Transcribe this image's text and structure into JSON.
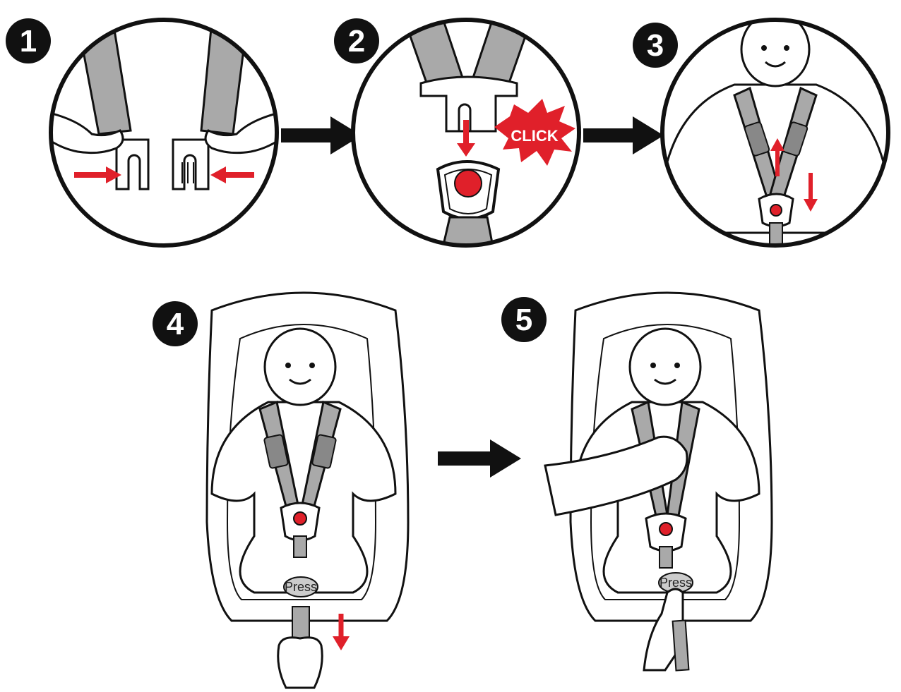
{
  "steps": [
    {
      "number": "1"
    },
    {
      "number": "2",
      "callout": "CLICK"
    },
    {
      "number": "3"
    },
    {
      "number": "4",
      "button_label": "Press"
    },
    {
      "number": "5",
      "button_label": "Press"
    }
  ],
  "colors": {
    "ink": "#111111",
    "strap": "#a9a9a9",
    "accent_red": "#e0202a",
    "badge": "#111111",
    "background": "#ffffff"
  },
  "icons": [
    "right-arrow-icon",
    "red-arrow-icon",
    "click-burst-icon"
  ]
}
